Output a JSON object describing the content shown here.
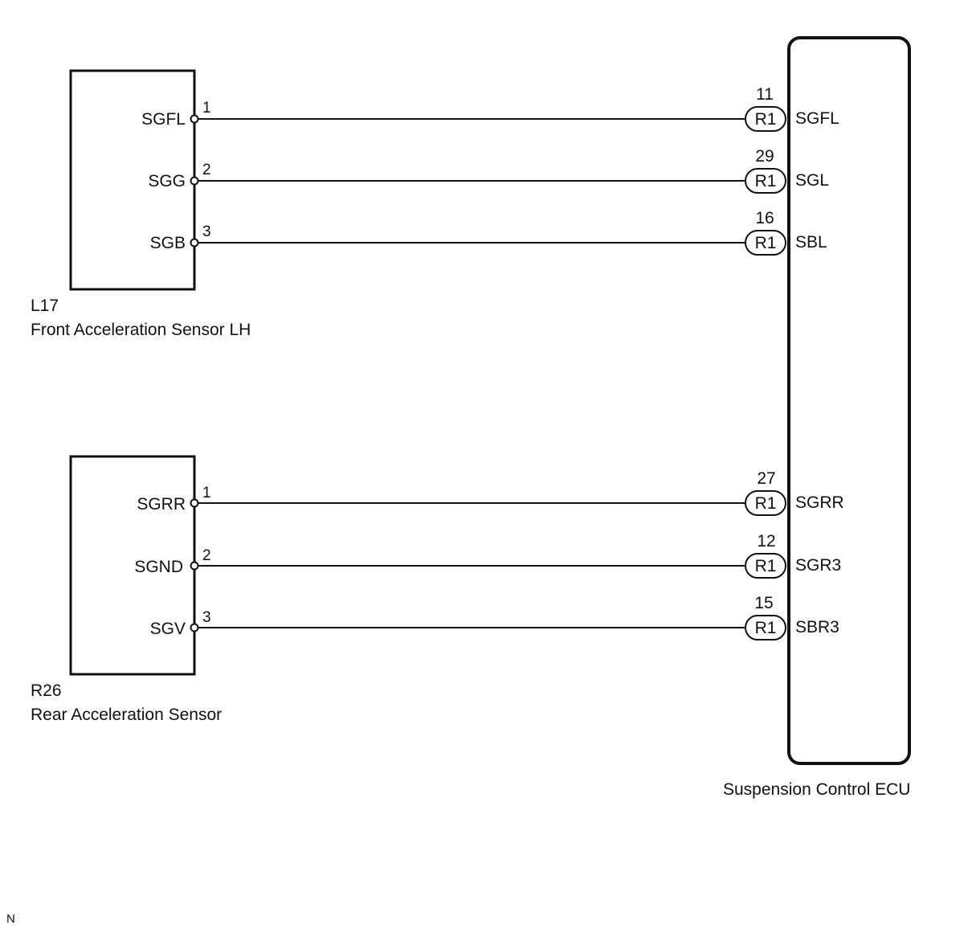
{
  "components": {
    "front_sensor": {
      "code": "L17",
      "name": "Front Acceleration Sensor LH",
      "pins": [
        {
          "signal": "SGFL",
          "pin": "1"
        },
        {
          "signal": "SGG",
          "pin": "2"
        },
        {
          "signal": "SGB",
          "pin": "3"
        }
      ]
    },
    "rear_sensor": {
      "code": "R26",
      "name": "Rear Acceleration Sensor",
      "pins": [
        {
          "signal": "SGRR",
          "pin": "1"
        },
        {
          "signal": "SGND",
          "pin": "2"
        },
        {
          "signal": "SGV",
          "pin": "3"
        }
      ]
    },
    "ecu": {
      "name": "Suspension Control ECU",
      "pins": [
        {
          "connector": "R1",
          "pin": "11",
          "signal": "SGFL"
        },
        {
          "connector": "R1",
          "pin": "29",
          "signal": "SGL"
        },
        {
          "connector": "R1",
          "pin": "16",
          "signal": "SBL"
        },
        {
          "connector": "R1",
          "pin": "27",
          "signal": "SGRR"
        },
        {
          "connector": "R1",
          "pin": "12",
          "signal": "SGR3"
        },
        {
          "connector": "R1",
          "pin": "15",
          "signal": "SBR3"
        }
      ]
    }
  },
  "footer_mark": "N"
}
